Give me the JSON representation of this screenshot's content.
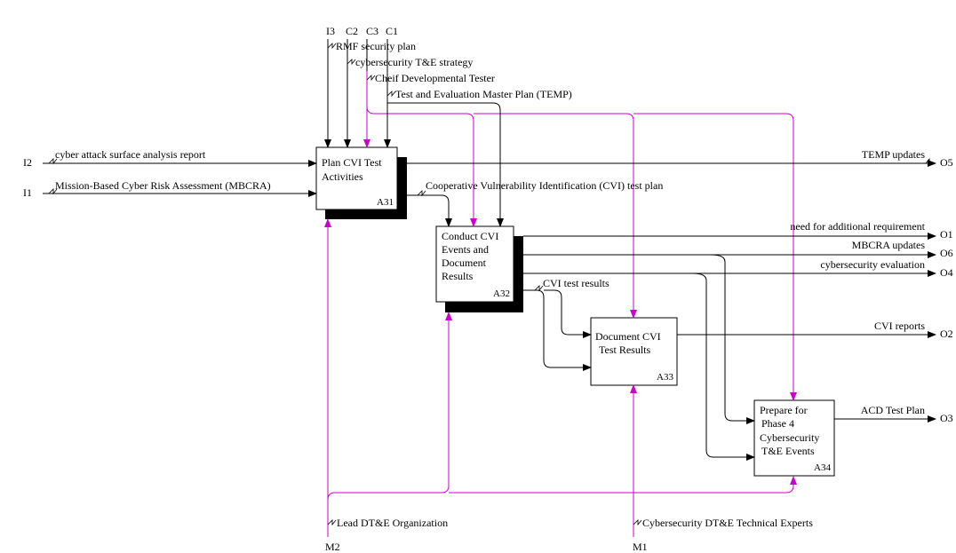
{
  "colors": {
    "line": "#000000",
    "mechanism": "#cc00cc",
    "shadow": "#000000",
    "box_fill": "#ffffff"
  },
  "icom": {
    "inputs": [
      "I1",
      "I2",
      "I3"
    ],
    "controls": [
      "C1",
      "C2",
      "C3"
    ],
    "outputs": [
      "O1",
      "O2",
      "O3",
      "O4",
      "O5",
      "O6"
    ],
    "mechanisms": [
      "M1",
      "M2"
    ]
  },
  "activities": [
    {
      "id": "A31",
      "label_lines": [
        "Plan CVI Test",
        "Activities"
      ]
    },
    {
      "id": "A32",
      "label_lines": [
        "Conduct CVI",
        "Events and",
        "Document",
        "Results"
      ]
    },
    {
      "id": "A33",
      "label_lines": [
        "Document CVI",
        "Test Results"
      ]
    },
    {
      "id": "A34",
      "label_lines": [
        "Prepare for",
        "Phase 4",
        "Cybersecurity",
        "T&E Events"
      ]
    }
  ],
  "arrows": {
    "rmf_plan": "RMF security plan",
    "te_strategy": "cybersecurity T&E strategy",
    "cdt": "Cheif Developmental Tester",
    "temp": "Test and Evaluation Master Plan (TEMP)",
    "attack_surface": "cyber attack surface analysis report",
    "mbcra": "Mission-Based Cyber Risk Assessment (MBCRA)",
    "cvi_plan": "Cooperative Vulnerability Identification (CVI) test plan",
    "temp_updates": "TEMP updates",
    "need_req": "need for additional requirement",
    "mbcra_updates": "MBCRA updates",
    "cyber_eval": "cybersecurity evaluation",
    "cvi_results": "CVI test results",
    "cvi_reports": "CVI reports",
    "acd_plan": "ACD Test Plan",
    "lead_org": "Lead DT&E Organization",
    "experts": "Cybersecurity DT&E Technical Experts"
  }
}
